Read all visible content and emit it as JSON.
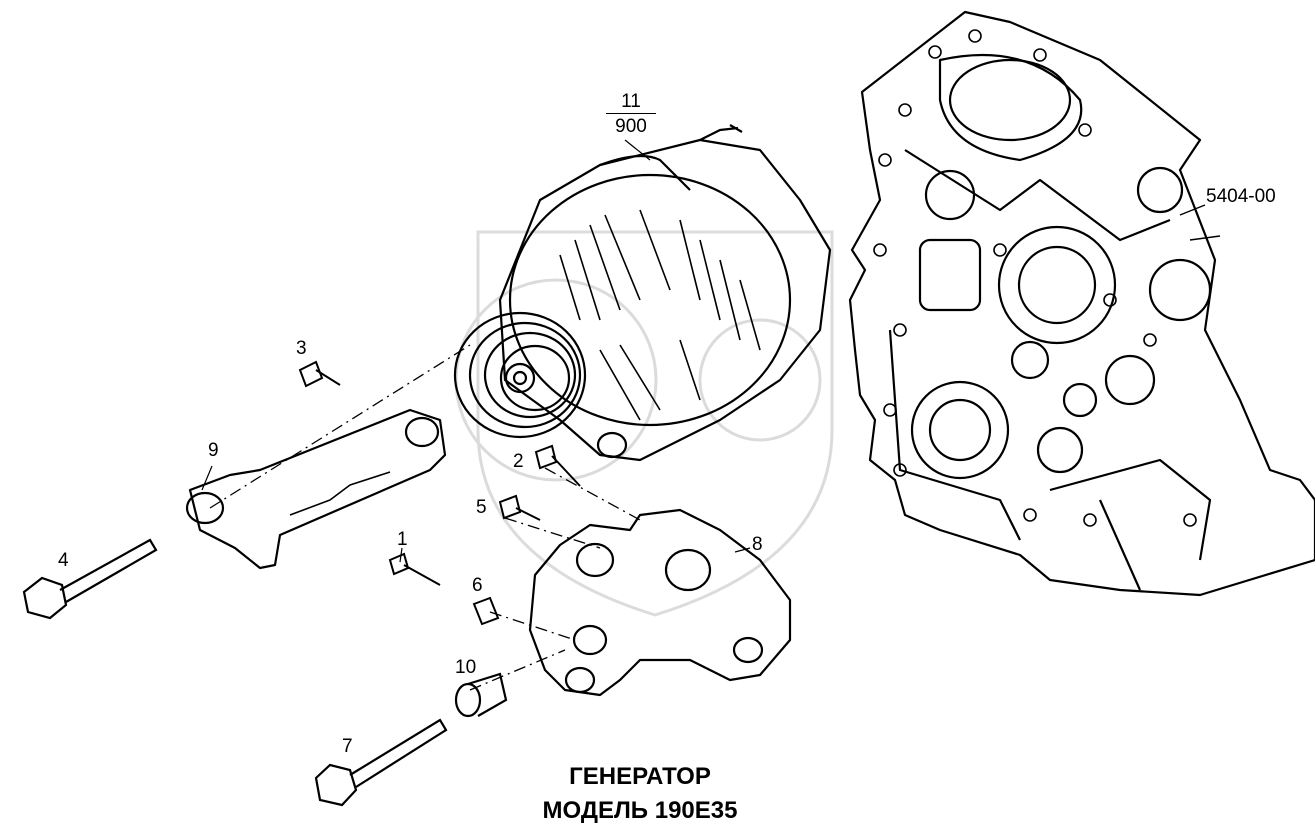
{
  "caption": {
    "line1": "ГЕНЕРАТОР",
    "line2": "МОДЕЛЬ 190E35"
  },
  "reference_code": "5404-00",
  "assembly_ref": {
    "numerator": "11",
    "denominator": "900"
  },
  "callouts": [
    {
      "id": "1",
      "text": "1"
    },
    {
      "id": "2",
      "text": "2"
    },
    {
      "id": "3",
      "text": "3"
    },
    {
      "id": "4",
      "text": "4"
    },
    {
      "id": "5",
      "text": "5"
    },
    {
      "id": "6",
      "text": "6"
    },
    {
      "id": "7",
      "text": "7"
    },
    {
      "id": "8",
      "text": "8"
    },
    {
      "id": "9",
      "text": "9"
    },
    {
      "id": "10",
      "text": "10"
    }
  ],
  "colors": {
    "ink": "#000000",
    "watermark": "#9a9a9a",
    "background": "#ffffff"
  }
}
